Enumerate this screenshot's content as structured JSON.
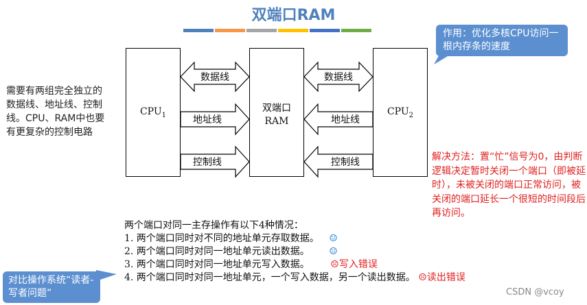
{
  "title": "双端口RAM",
  "color_bars": [
    "#4f81bd",
    "#f79646",
    "#a5a5a5",
    "#ffc000",
    "#4472c4",
    "#70ad47"
  ],
  "callout_top": "作用：优化多核CPU访问一根内存条的速度",
  "left_note": "需要有两组完全独立的数据线、地址线、控制线。CPU、RAM中也要有更复杂的控制电路",
  "cpu1": {
    "name": "CPU",
    "sub": "1"
  },
  "ram": {
    "line1": "双端口",
    "line2": "RAM"
  },
  "cpu2": {
    "name": "CPU",
    "sub": "2"
  },
  "arrows": {
    "data": "数据线",
    "address": "地址线",
    "control": "控制线"
  },
  "solution": "解决方法：置“忙”信号为0，由判断逻辑决定暂时关闭一个端口（即被延时），未被关闭的端口正常访问，被关闭的端口延长一个很短的时间段后再访问。",
  "cases": {
    "intro": "两个端口对同一主存操作有以下4种情况：",
    "items": [
      {
        "text": "1. 两个端口同时对不同的地址单元存取数据。",
        "mark": "☺",
        "note": ""
      },
      {
        "text": "2. 两个端口同时对同一地址单元读出数据。",
        "mark": "☺",
        "note": ""
      },
      {
        "text": "3. 两个端口同时对同一地址单元写入数据。",
        "mark": "☹",
        "note": "写入错误"
      },
      {
        "text": "4. 两个端口同时对同一地址单元，一个写入数据，另一个读出数据。",
        "mark": "☹",
        "note": "读出错误"
      }
    ]
  },
  "callout_bottom": "对比操作系统“读者-写者问题”",
  "watermark": "CSDN @vcoy"
}
